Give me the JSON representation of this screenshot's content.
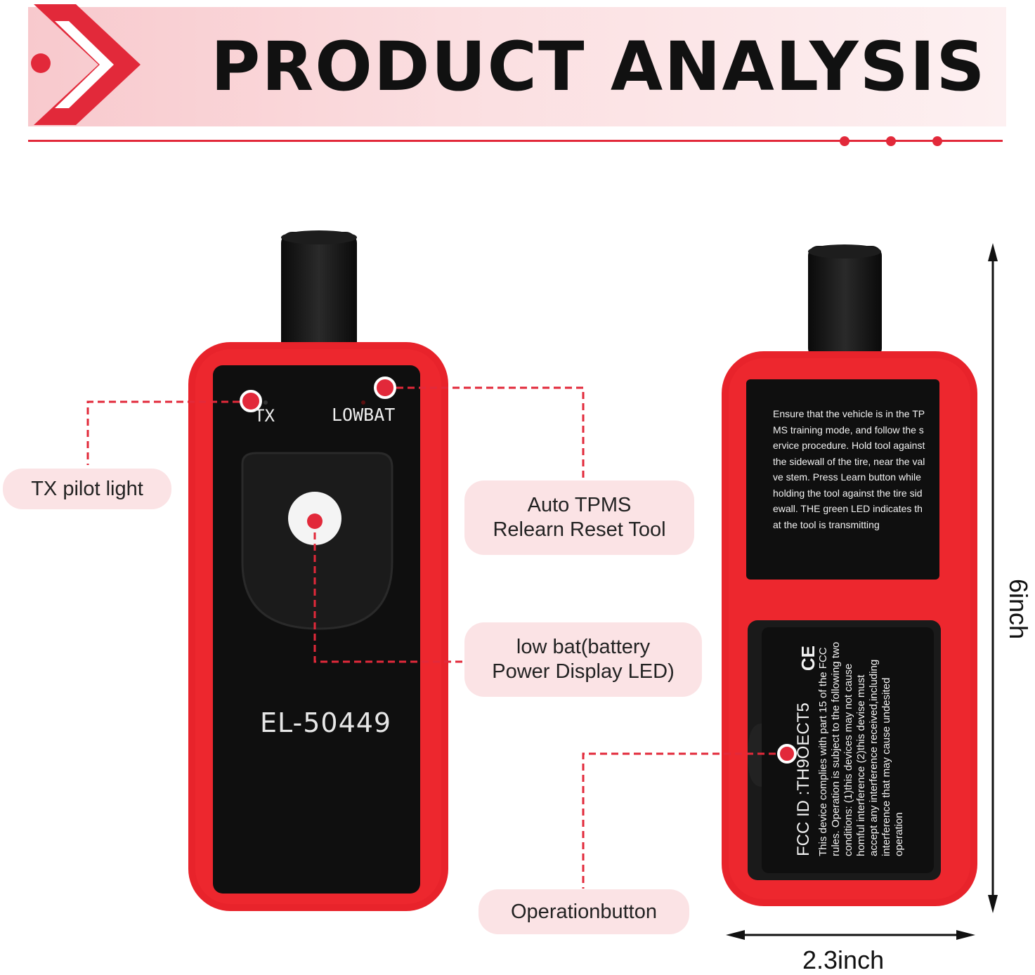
{
  "header": {
    "title": "PRODUCT ANALYSIS"
  },
  "colors": {
    "accent": "#e2293a",
    "device_red": "#e8232b",
    "pill_bg": "#fbe3e5"
  },
  "front_device": {
    "tx_label": "TX",
    "lowbat_label": "LOWBAT",
    "model": "EL-50449"
  },
  "callouts": {
    "tx_pilot": "TX pilot light",
    "auto_tpms_line1": "Auto TPMS",
    "auto_tpms_line2": "Relearn Reset Tool",
    "low_bat_line1": "low bat(battery",
    "low_bat_line2": "Power Display LED)",
    "operation": "Operationbutton"
  },
  "back_device": {
    "instructions": "Ensure that the vehicle is in the TPMS training mode, and follow the service procedure. Hold tool against the sidewall of the tire, near the valve stem. Press Learn button while holding the tool against the tire sidewall. THE green LED indicates that the tool is transmitting",
    "fcc_id": "FCC ID :TH9OECT5",
    "ce_mark": "CE",
    "fcc_text": "This device complies with part 15 of the FCC rules. Operation is subject to the following two conditions: (1)this devices may not cause homful interference (2)this devise must accept any interference received,including interference that may cause undesited operation"
  },
  "dimensions": {
    "height": "6inch",
    "width": "2.3inch"
  }
}
